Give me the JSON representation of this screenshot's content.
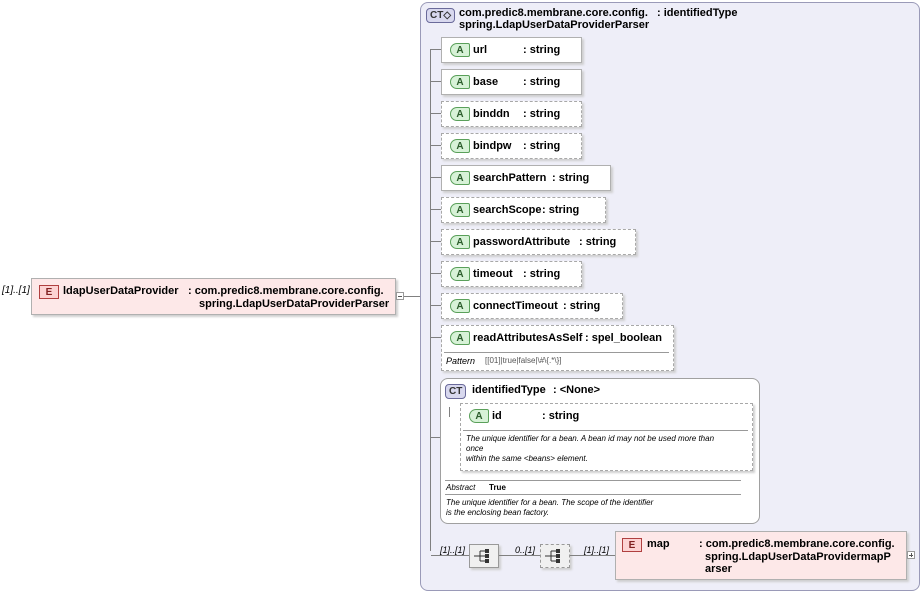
{
  "root_element": {
    "multiplicity": "[1]..[1]",
    "badge": "E",
    "name": "ldapUserDataProvider",
    "type_line1": ": com.predic8.membrane.core.config.",
    "type_line2": "spring.LdapUserDataProviderParser"
  },
  "complex_type": {
    "badge": "CT",
    "name_line1": "com.predic8.membrane.core.config.",
    "name_line2": "spring.LdapUserDataProviderParser",
    "base": ": identifiedType"
  },
  "attributes": [
    {
      "badge": "A",
      "name": "url",
      "type": ": string",
      "optional": false
    },
    {
      "badge": "A",
      "name": "base",
      "type": ": string",
      "optional": false
    },
    {
      "badge": "A",
      "name": "binddn",
      "type": ": string",
      "optional": true
    },
    {
      "badge": "A",
      "name": "bindpw",
      "type": ": string",
      "optional": true
    },
    {
      "badge": "A",
      "name": "searchPattern",
      "type": ": string",
      "optional": false
    },
    {
      "badge": "A",
      "name": "searchScope",
      "type": ": string",
      "optional": true
    },
    {
      "badge": "A",
      "name": "passwordAttribute",
      "type": ": string",
      "optional": true
    },
    {
      "badge": "A",
      "name": "timeout",
      "type": ": string",
      "optional": true
    },
    {
      "badge": "A",
      "name": "connectTimeout",
      "type": ": string",
      "optional": true
    }
  ],
  "read_attr": {
    "badge": "A",
    "name": "readAttributesAsSelf",
    "type": ": spel_boolean",
    "pattern_label": "Pattern",
    "pattern_value": "[[01]|true|false|\\#\\{.*\\}]"
  },
  "identified_type": {
    "badge": "CT",
    "name": "identifiedType",
    "type": ": <None>",
    "id_badge": "A",
    "id_name": "id",
    "id_type": ": string",
    "id_doc_line1": "The unique identifier for a bean. A bean id may not be used more than",
    "id_doc_line2": "once",
    "id_doc_line3": "within the same <beans> element.",
    "abstract_label": "Abstract",
    "abstract_value": "True",
    "doc_line1": "The unique identifier for a bean. The scope of the identifier",
    "doc_line2": "is the enclosing bean factory."
  },
  "sequence": {
    "mult1": "[1]..[1]",
    "mult2": "0..[1]",
    "mult3": "[1]..[1]",
    "map_badge": "E",
    "map_name": "map",
    "map_type_line1": ": com.predic8.membrane.core.config.",
    "map_type_line2": "spring.LdapUserDataProvidermapP",
    "map_type_line3": "arser"
  }
}
